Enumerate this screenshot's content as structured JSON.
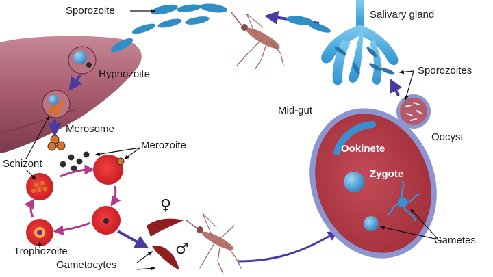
{
  "labels": {
    "sporozoite": "Sporozoite",
    "salivary_gland": "Salivary gland",
    "hypnozoite": "Hypnozoite",
    "sporozoites": "Sporozoites",
    "mid_gut": "Mid-gut",
    "merosome": "Merosome",
    "oocyst": "Oocyst",
    "merozoite": "Merozoite",
    "ookinete": "Ookinete",
    "schizont": "Schizont",
    "zygote": "Zygote",
    "trophozoite": "Trophozoite",
    "gametocytes": "Gametocytes",
    "gametes": "Gametes",
    "female_symbol": "♀",
    "male_symbol": "♂"
  },
  "colors": {
    "liver": "#a95a6c",
    "rbc": "#e4262b",
    "gametocyte": "#8f1e1e",
    "sporozoite": "#2f8fc4",
    "gland": "#4fb4e6",
    "midgut": "#b23a46",
    "midgut_wall": "#6f79b8",
    "cycle_arrow": "#b03a8c",
    "flow_arrow": "#4b3aa3",
    "mosquito": "#9b5c58"
  },
  "icons": [
    "mosquito-icon",
    "liver-icon",
    "red-blood-cell-icon",
    "sporozoite-icon"
  ]
}
